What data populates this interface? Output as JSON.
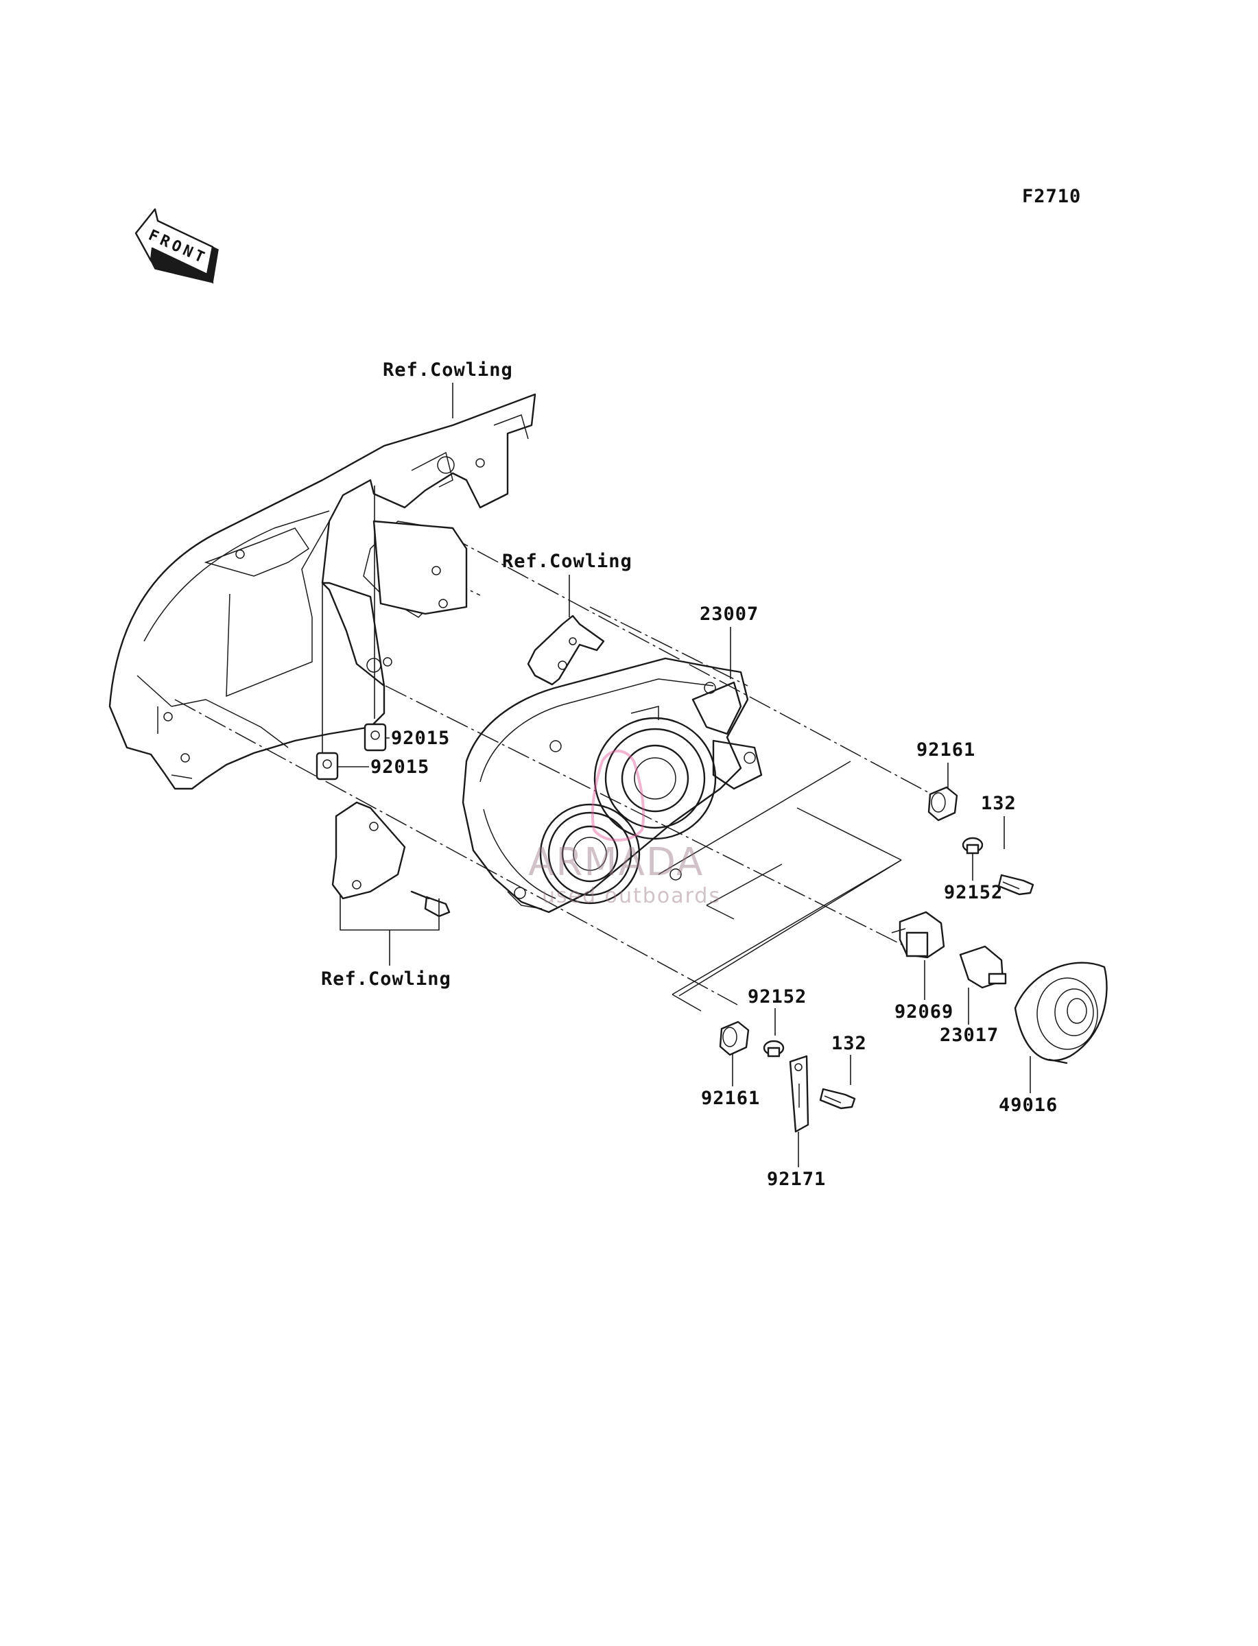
{
  "figure_code": "F2710",
  "front_label": "FRONT",
  "references": {
    "cowling_top": "Ref.Cowling",
    "cowling_mid": "Ref.Cowling",
    "cowling_bottom": "Ref.Cowling"
  },
  "parts": {
    "headlight_assembly": "23007",
    "clip_upper": "92015",
    "clip_lower": "92015",
    "grommet_upper": "92161",
    "grommet_lower": "92161",
    "collar_upper": "92152",
    "collar_lower": "92152",
    "bolt_upper": "132",
    "bolt_lower": "132",
    "bulb": "92069",
    "socket": "23017",
    "cover": "49016",
    "bracket": "92171"
  },
  "watermark": {
    "brand": "ARMADA",
    "tagline": "used outboards"
  },
  "colors": {
    "ink": "#1a1a1a",
    "watermark_accent": "#e05a9a"
  }
}
